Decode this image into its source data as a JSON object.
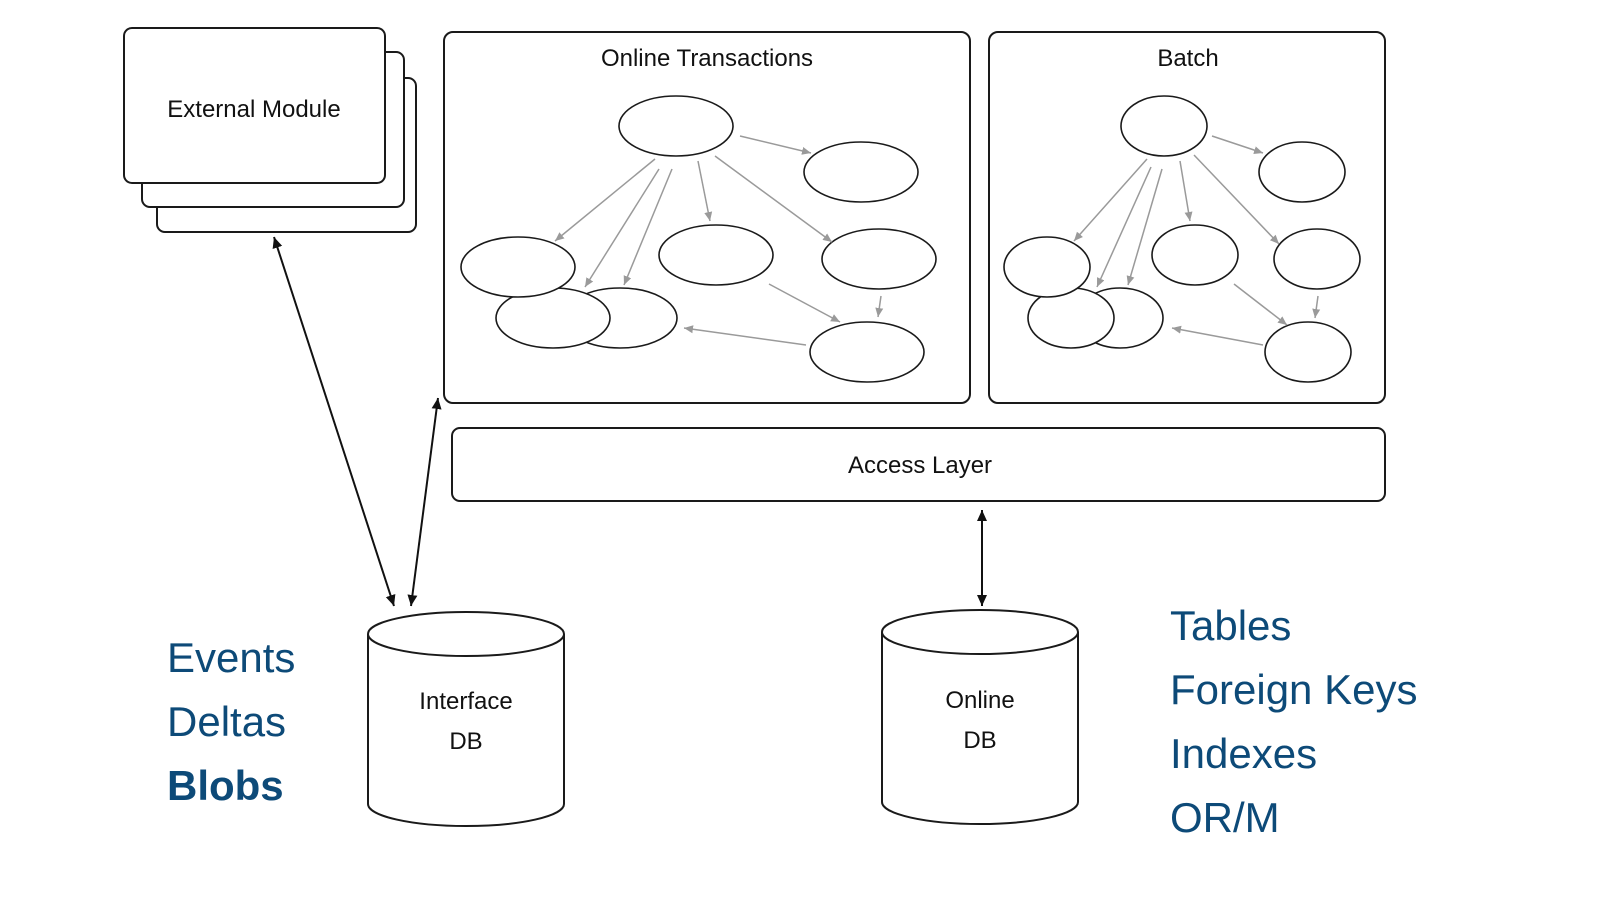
{
  "external_module": {
    "label": "External Module"
  },
  "online_transactions": {
    "title": "Online Transactions"
  },
  "batch": {
    "title": "Batch"
  },
  "access_layer": {
    "label": "Access Layer"
  },
  "interface_db": {
    "line1": "Interface",
    "line2": "DB"
  },
  "online_db": {
    "line1": "Online",
    "line2": "DB"
  },
  "left_list": {
    "items": [
      "Events",
      "Deltas"
    ],
    "bold_item": "Blobs",
    "color": "#0d4a78"
  },
  "right_list": {
    "items": [
      "Tables",
      "Foreign Keys",
      "Indexes",
      "OR/M"
    ],
    "color": "#0d4a78"
  }
}
